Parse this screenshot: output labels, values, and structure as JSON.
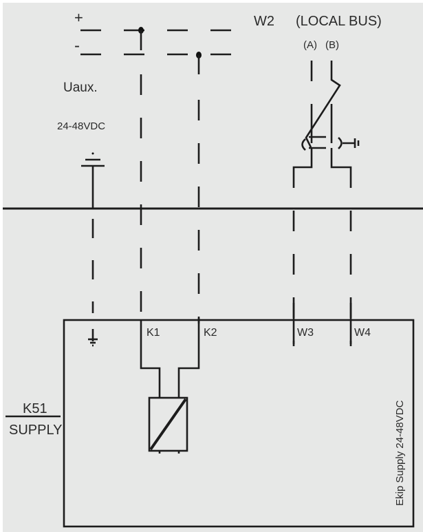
{
  "supply": {
    "plus": "+",
    "minus": "-",
    "label": "Uaux.",
    "voltage": "24-48VDC"
  },
  "bus": {
    "name": "W2",
    "title": "(LOCAL BUS)",
    "line_a": "(A)",
    "line_b": "(B)"
  },
  "terminals": {
    "k1": "K1",
    "k2": "K2",
    "w3": "W3",
    "w4": "W4"
  },
  "module": {
    "code": "K51",
    "name": "SUPPLY",
    "description": "Ekip Supply 24-48VDC"
  }
}
